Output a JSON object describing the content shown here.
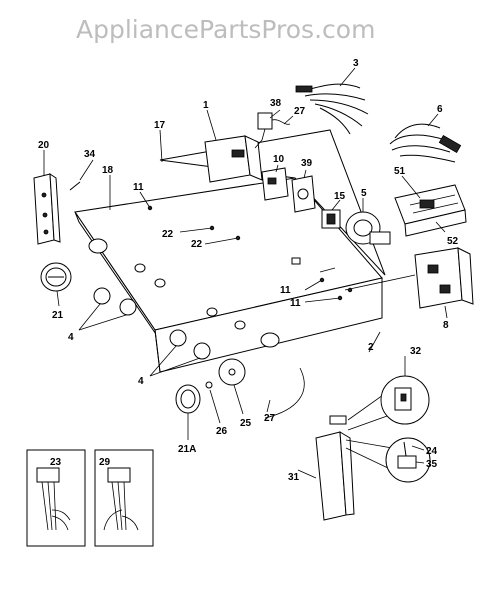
{
  "watermark": "AppliancePartsPros.com",
  "labels": {
    "l1": "1",
    "l2": "2",
    "l3": "3",
    "l4a": "4",
    "l4b": "4",
    "l5": "5",
    "l6": "6",
    "l8": "8",
    "l10": "10",
    "l11a": "11",
    "l11b": "11",
    "l11c": "11",
    "l15": "15",
    "l17": "17",
    "l18": "18",
    "l20": "20",
    "l21": "21",
    "l21a": "21A",
    "l22a": "22",
    "l22b": "22",
    "l23": "23",
    "l24": "24",
    "l25": "25",
    "l26": "26",
    "l27a": "27",
    "l27b": "27",
    "l29": "29",
    "l31": "31",
    "l32": "32",
    "l34": "34",
    "l35": "35",
    "l38": "38",
    "l39": "39",
    "l51": "51",
    "l52": "52"
  }
}
